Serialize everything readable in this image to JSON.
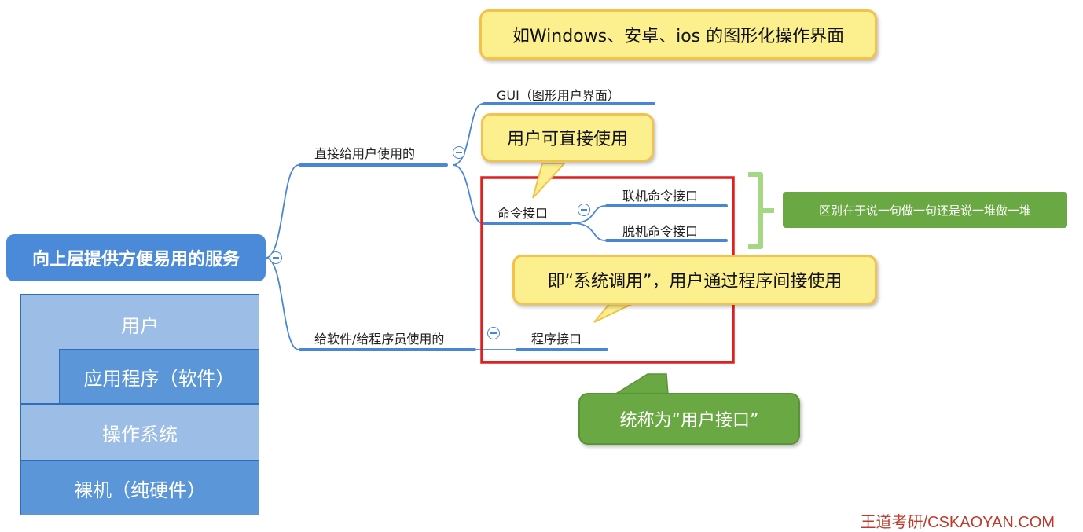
{
  "root": {
    "label": "向上层提供方便易用的服务"
  },
  "branches": {
    "direct": {
      "label": "直接给用户使用的"
    },
    "program_user": {
      "label": "给软件/给程序员使用的"
    },
    "gui": {
      "label": "GUI（图形用户界面）"
    },
    "command": {
      "label": "命令接口"
    },
    "online": {
      "label": "联机命令接口"
    },
    "offline": {
      "label": "脱机命令接口"
    },
    "program": {
      "label": "程序接口"
    }
  },
  "callouts": {
    "gui_note": "如Windows、安卓、ios 的图形化操作界面",
    "direct_note": "用户可直接使用",
    "syscall_note": "即“系统调用”，用户通过程序间接使用",
    "difference_note": "区别在于说一句做一句还是说一堆做一堆",
    "summary_note": "统称为“用户接口”"
  },
  "layers": {
    "user": "用户",
    "app": "应用程序（软件）",
    "os": "操作系统",
    "hardware": "裸机（纯硬件）"
  },
  "watermark": "王道考研/CSKAOYAN.COM",
  "colors": {
    "accent": "#4a86d6",
    "highlight": "#e02020",
    "green": "#6aa843",
    "yellow": "#fcef8e"
  }
}
